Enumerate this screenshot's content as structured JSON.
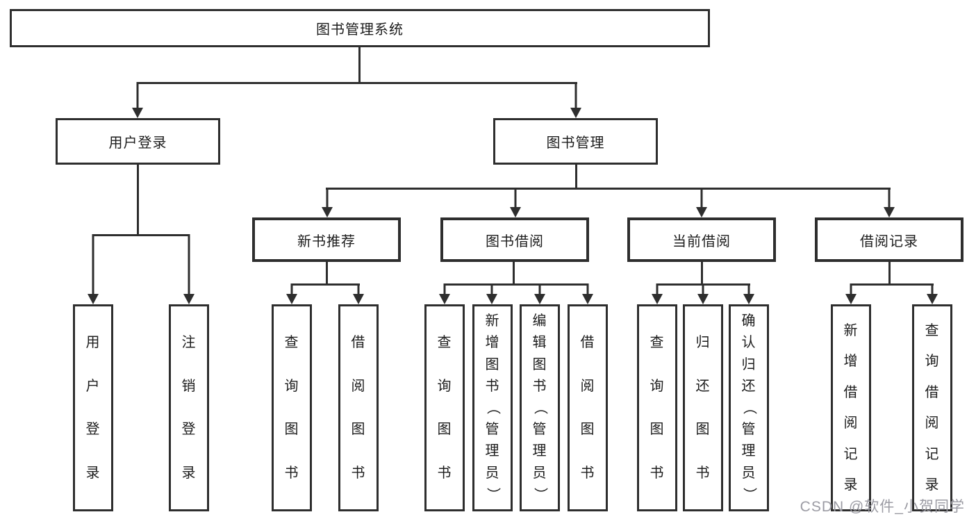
{
  "diagram": {
    "root": {
      "label": "图书管理系统"
    },
    "level2": [
      {
        "label": "用户登录"
      },
      {
        "label": "图书管理"
      }
    ],
    "level3": [
      {
        "label": "新书推荐"
      },
      {
        "label": "图书借阅"
      },
      {
        "label": "当前借阅"
      },
      {
        "label": "借阅记录"
      }
    ],
    "leaves": [
      "用户登录",
      "注销登录",
      "查询图书",
      "借阅图书",
      "查询图书",
      "新增图书（管理员）",
      "编辑图书（管理员）",
      "借阅图书",
      "查询图书",
      "归还图书",
      "确认归还（管理员）",
      "新增借阅记录",
      "查询借阅记录"
    ]
  },
  "watermark": {
    "text": "CSDN @软件_小贺同学"
  },
  "colors": {
    "line": "#2e2e2e",
    "text": "#1c1c1c",
    "watermark": "#9b9ba3",
    "background": "#ffffff"
  }
}
